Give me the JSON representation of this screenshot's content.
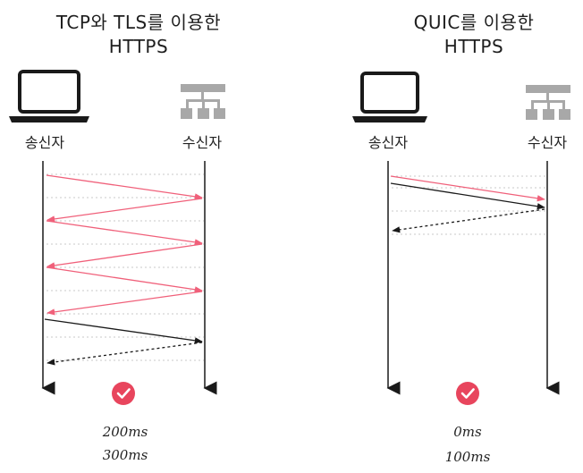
{
  "left": {
    "title_line1": "TCP와 TLS를 이용한",
    "title_line2": "HTTPS",
    "sender_label": "송신자",
    "receiver_label": "수신자",
    "time1": "200ms",
    "time2": "300ms"
  },
  "right": {
    "title_line1": "QUIC를 이용한",
    "title_line2": "HTTPS",
    "sender_label": "송신자",
    "receiver_label": "수신자",
    "time1": "0ms",
    "time2": "100ms"
  },
  "colors": {
    "pink_arrow": "#f0607a",
    "black_arrow": "#1a1a1a",
    "grid_dotted": "#c8c8c8",
    "check_badge": "#e8455d",
    "server_icon": "#a8a8a8"
  }
}
